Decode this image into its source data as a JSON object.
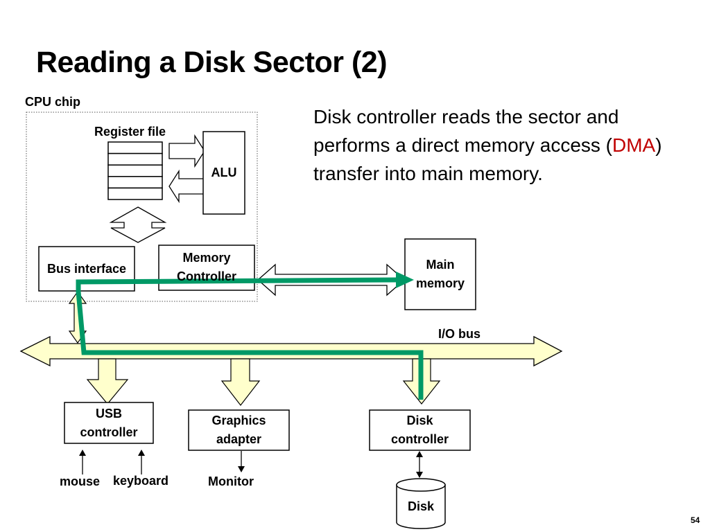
{
  "slide": {
    "title": "Reading a Disk Sector (2)",
    "description": {
      "line1": "Disk controller reads the sector and",
      "line2_pre": "performs a direct memory access (",
      "line2_highlight": "DMA",
      "line2_post": ")",
      "line3": "transfer into main memory."
    },
    "page_number": "54"
  },
  "diagram": {
    "cpu_chip_label": "CPU chip",
    "register_file_label": "Register file",
    "alu_label": "ALU",
    "bus_interface_label": "Bus interface",
    "memory_controller_label": "Memory Controller",
    "main_memory_label": "Main memory",
    "io_bus_label": "I/O bus",
    "usb_controller_label": "USB controller",
    "graphics_adapter_label": "Graphics adapter",
    "disk_controller_label": "Disk controller",
    "mouse_label": "mouse",
    "keyboard_label": "keyboard",
    "monitor_label": "Monitor",
    "disk_label": "Disk"
  },
  "colors": {
    "bus_fill": "#ffffcc",
    "dma_path": "#009966",
    "dma_text": "#c00000"
  }
}
